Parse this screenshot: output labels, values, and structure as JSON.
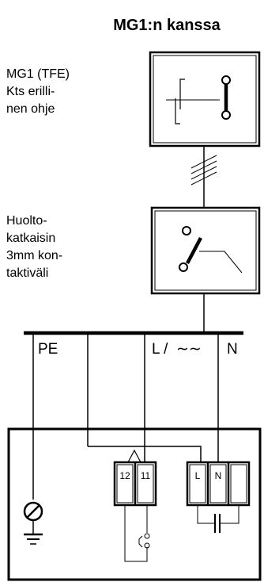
{
  "title": "MG1:n kanssa",
  "notes": {
    "mg1": [
      "MG1 (TFE)",
      "Kts erilli-",
      "nen ohje"
    ],
    "switch": [
      "Huolto-",
      "katkaisin",
      "3mm kon-",
      "taktiväli"
    ]
  },
  "bus_labels": {
    "pe": "PE",
    "line": "L /",
    "line_symbol": "∼∼",
    "neutral": "N"
  },
  "terminals": {
    "t12": "12",
    "t11": "11",
    "tL": "L",
    "tN": "N"
  }
}
